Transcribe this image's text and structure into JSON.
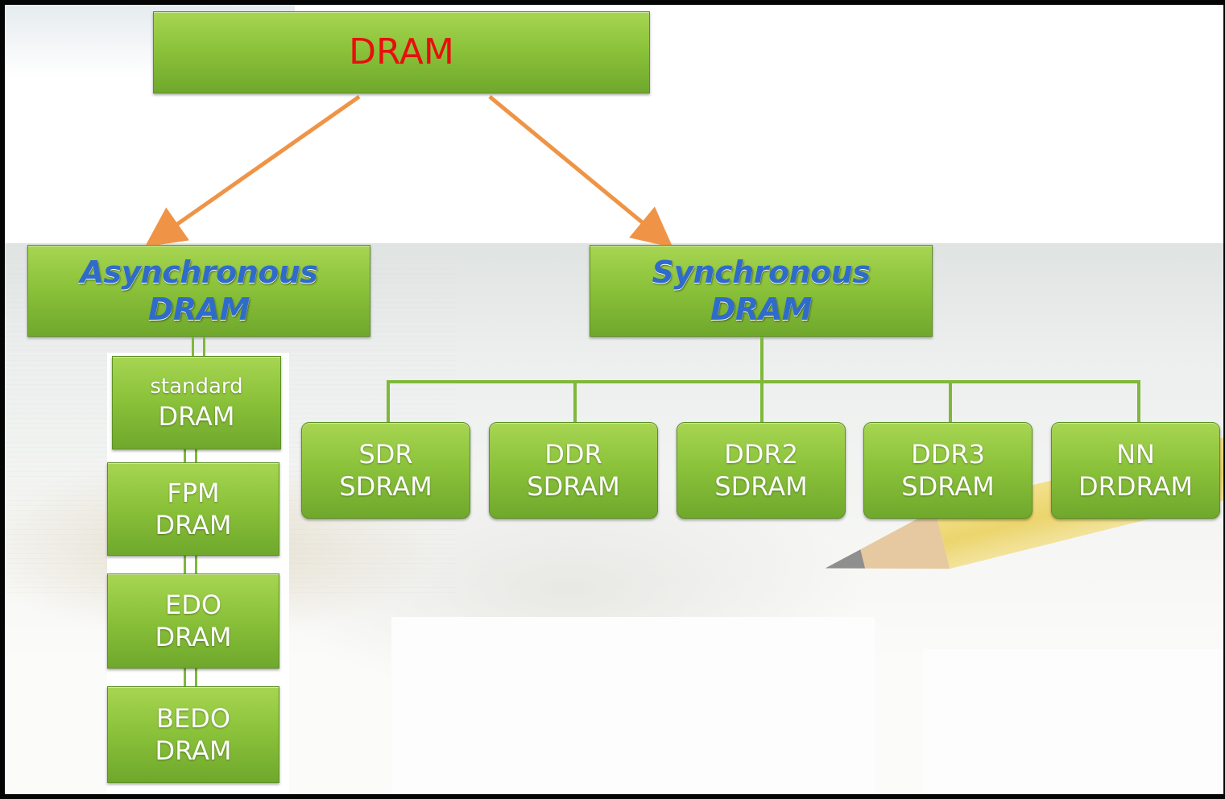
{
  "colors": {
    "box_green": "#8cc33b",
    "root_text": "#e80e0e",
    "category_text": "#2f6bc9",
    "arrow": "#ef9446"
  },
  "root": {
    "label": "DRAM"
  },
  "asynchronous": {
    "label_line1": "Asynchronous",
    "label_line2": "DRAM",
    "children": [
      {
        "line1": "standard",
        "line2": "DRAM"
      },
      {
        "line1": "FPM",
        "line2": "DRAM"
      },
      {
        "line1": "EDO",
        "line2": "DRAM"
      },
      {
        "line1": "BEDO",
        "line2": "DRAM"
      }
    ]
  },
  "synchronous": {
    "label_line1": "Synchronous",
    "label_line2": "DRAM",
    "children": [
      {
        "line1": "SDR",
        "line2": "SDRAM"
      },
      {
        "line1": "DDR",
        "line2": "SDRAM"
      },
      {
        "line1": "DDR2",
        "line2": "SDRAM"
      },
      {
        "line1": "DDR3",
        "line2": "SDRAM"
      },
      {
        "line1": "NN",
        "line2": "DRDRAM"
      }
    ]
  }
}
